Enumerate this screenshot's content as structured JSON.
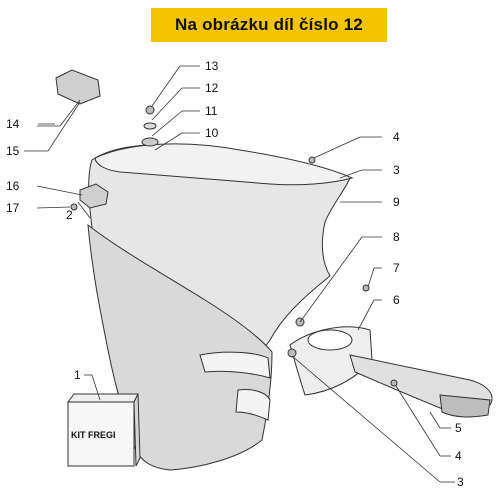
{
  "banner": {
    "text": "Na obrázku díl číslo 12"
  },
  "kit_label": "KIT FREGI",
  "callouts": {
    "n1": "1",
    "n2": "2",
    "n3a": "3",
    "n3b": "3",
    "n4a": "4",
    "n4b": "4",
    "n5": "5",
    "n6": "6",
    "n7": "7",
    "n8": "8",
    "n9": "9",
    "n10": "10",
    "n11": "11",
    "n12": "12",
    "n13": "13",
    "n14": "14",
    "n15": "15",
    "n16": "16",
    "n17": "17"
  },
  "colors": {
    "banner": "#f5c400",
    "panel_fill": "#e9e9e9",
    "line": "#333333"
  }
}
